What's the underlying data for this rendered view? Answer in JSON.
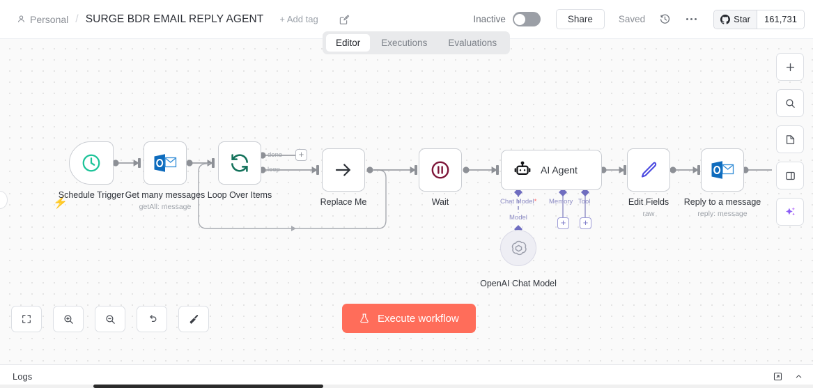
{
  "header": {
    "project_name": "Personal",
    "person_icon": "person-icon",
    "separator": "/",
    "workflow_title": "SURGE BDR EMAIL REPLY AGENT",
    "add_tag_label": "+ Add tag",
    "note_icon": "note-edit-icon",
    "activation_label": "Inactive",
    "activation_state": "off",
    "share_label": "Share",
    "saved_label": "Saved",
    "history_icon": "history-clock-icon",
    "more_icon": "ellipsis-icon",
    "github": {
      "icon": "github-icon",
      "star_label": "Star",
      "star_count": "161,731"
    }
  },
  "tabs": [
    {
      "label": "Editor",
      "active": true
    },
    {
      "label": "Executions",
      "active": false
    },
    {
      "label": "Evaluations",
      "active": false
    }
  ],
  "canvas": {
    "background_color": "#fafafa",
    "dot_color": "#dcdcdc",
    "nodes": [
      {
        "name": "Schedule Trigger",
        "subtitle": "",
        "icon": "clock-icon",
        "type": "trigger",
        "accent": "#1bc398"
      },
      {
        "name": "Get many messages",
        "subtitle": "getAll: message",
        "icon": "outlook-icon",
        "type": "action",
        "accent": "#0f6cbd"
      },
      {
        "name": "Loop Over Items",
        "subtitle": "",
        "icon": "loop-refresh-icon",
        "type": "action",
        "accent": "#12715a"
      },
      {
        "name": "Replace Me",
        "subtitle": "",
        "icon": "arrow-right-icon",
        "type": "action",
        "accent": "#2f333a"
      },
      {
        "name": "Wait",
        "subtitle": "",
        "icon": "pause-circle-icon",
        "type": "action",
        "accent": "#7d1538"
      },
      {
        "name": "AI Agent",
        "subtitle": "",
        "icon": "robot-icon",
        "type": "agent",
        "accent": "#101114"
      },
      {
        "name": "Edit Fields",
        "subtitle": "raw",
        "icon": "pen-icon",
        "type": "action",
        "accent": "#4b4ae0"
      },
      {
        "name": "Reply to a message",
        "subtitle": "reply: message",
        "icon": "outlook-icon",
        "type": "action",
        "accent": "#0f6cbd"
      },
      {
        "name": "OpenAI Chat Model",
        "subtitle": "",
        "icon": "openai-icon",
        "type": "sub-node",
        "accent": "#9b9eab"
      }
    ],
    "port_labels": {
      "done": "done",
      "loop": "loop"
    },
    "agent_connectors": [
      {
        "label": "Chat Model",
        "required": true
      },
      {
        "label": "Memory",
        "required": false
      },
      {
        "label": "Tool",
        "required": false
      }
    ],
    "model_link_label": "Model",
    "add_button_label": "+"
  },
  "right_toolbar": [
    {
      "icon": "plus-icon",
      "label": "+"
    },
    {
      "icon": "search-icon",
      "label": ""
    },
    {
      "icon": "document-icon",
      "label": ""
    },
    {
      "icon": "panel-toggle-icon",
      "label": ""
    },
    {
      "icon": "ai-sparkle-icon",
      "label": ""
    }
  ],
  "bottom_toolbar": [
    {
      "icon": "fit-view-icon"
    },
    {
      "icon": "zoom-in-icon"
    },
    {
      "icon": "zoom-out-icon"
    },
    {
      "icon": "reset-zoom-icon"
    },
    {
      "icon": "tidy-up-broom-icon"
    }
  ],
  "execute": {
    "label": "Execute workflow",
    "icon": "flask-icon",
    "color": "#ff6d5a"
  },
  "logs": {
    "title": "Logs",
    "expand_icon": "open-panel-icon",
    "chevron_icon": "chevron-up-icon"
  }
}
